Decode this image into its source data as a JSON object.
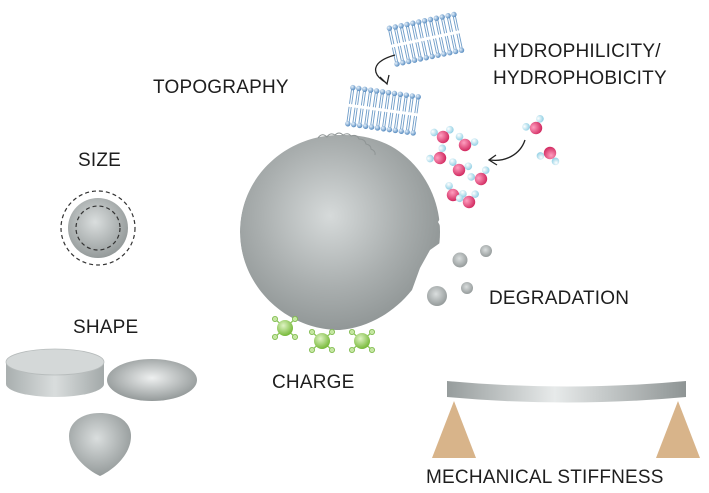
{
  "labels": {
    "topography": "TOPOGRAPHY",
    "hydro_line1": "HYDROPHILICITY/",
    "hydro_line2": "HYDROPHOBICITY",
    "size": "SIZE",
    "shape": "SHAPE",
    "degradation": "DEGRADATION",
    "charge": "CHARGE",
    "stiffness": "MECHANICAL STIFFNESS"
  },
  "colors": {
    "particle_gray": "#9ea4a4",
    "lipid_blue": "#5f96c8",
    "water_oxygen": "#d9336b",
    "water_hydrogen": "#a9dcec",
    "charge_green": "#7cbf3c",
    "support_tan": "#d8b48a"
  },
  "icons": [
    "lipid-bilayer-icon",
    "water-molecule-icon",
    "charged-group-icon",
    "cylinder-shape-icon",
    "ellipsoid-shape-icon",
    "droplet-shape-icon"
  ]
}
